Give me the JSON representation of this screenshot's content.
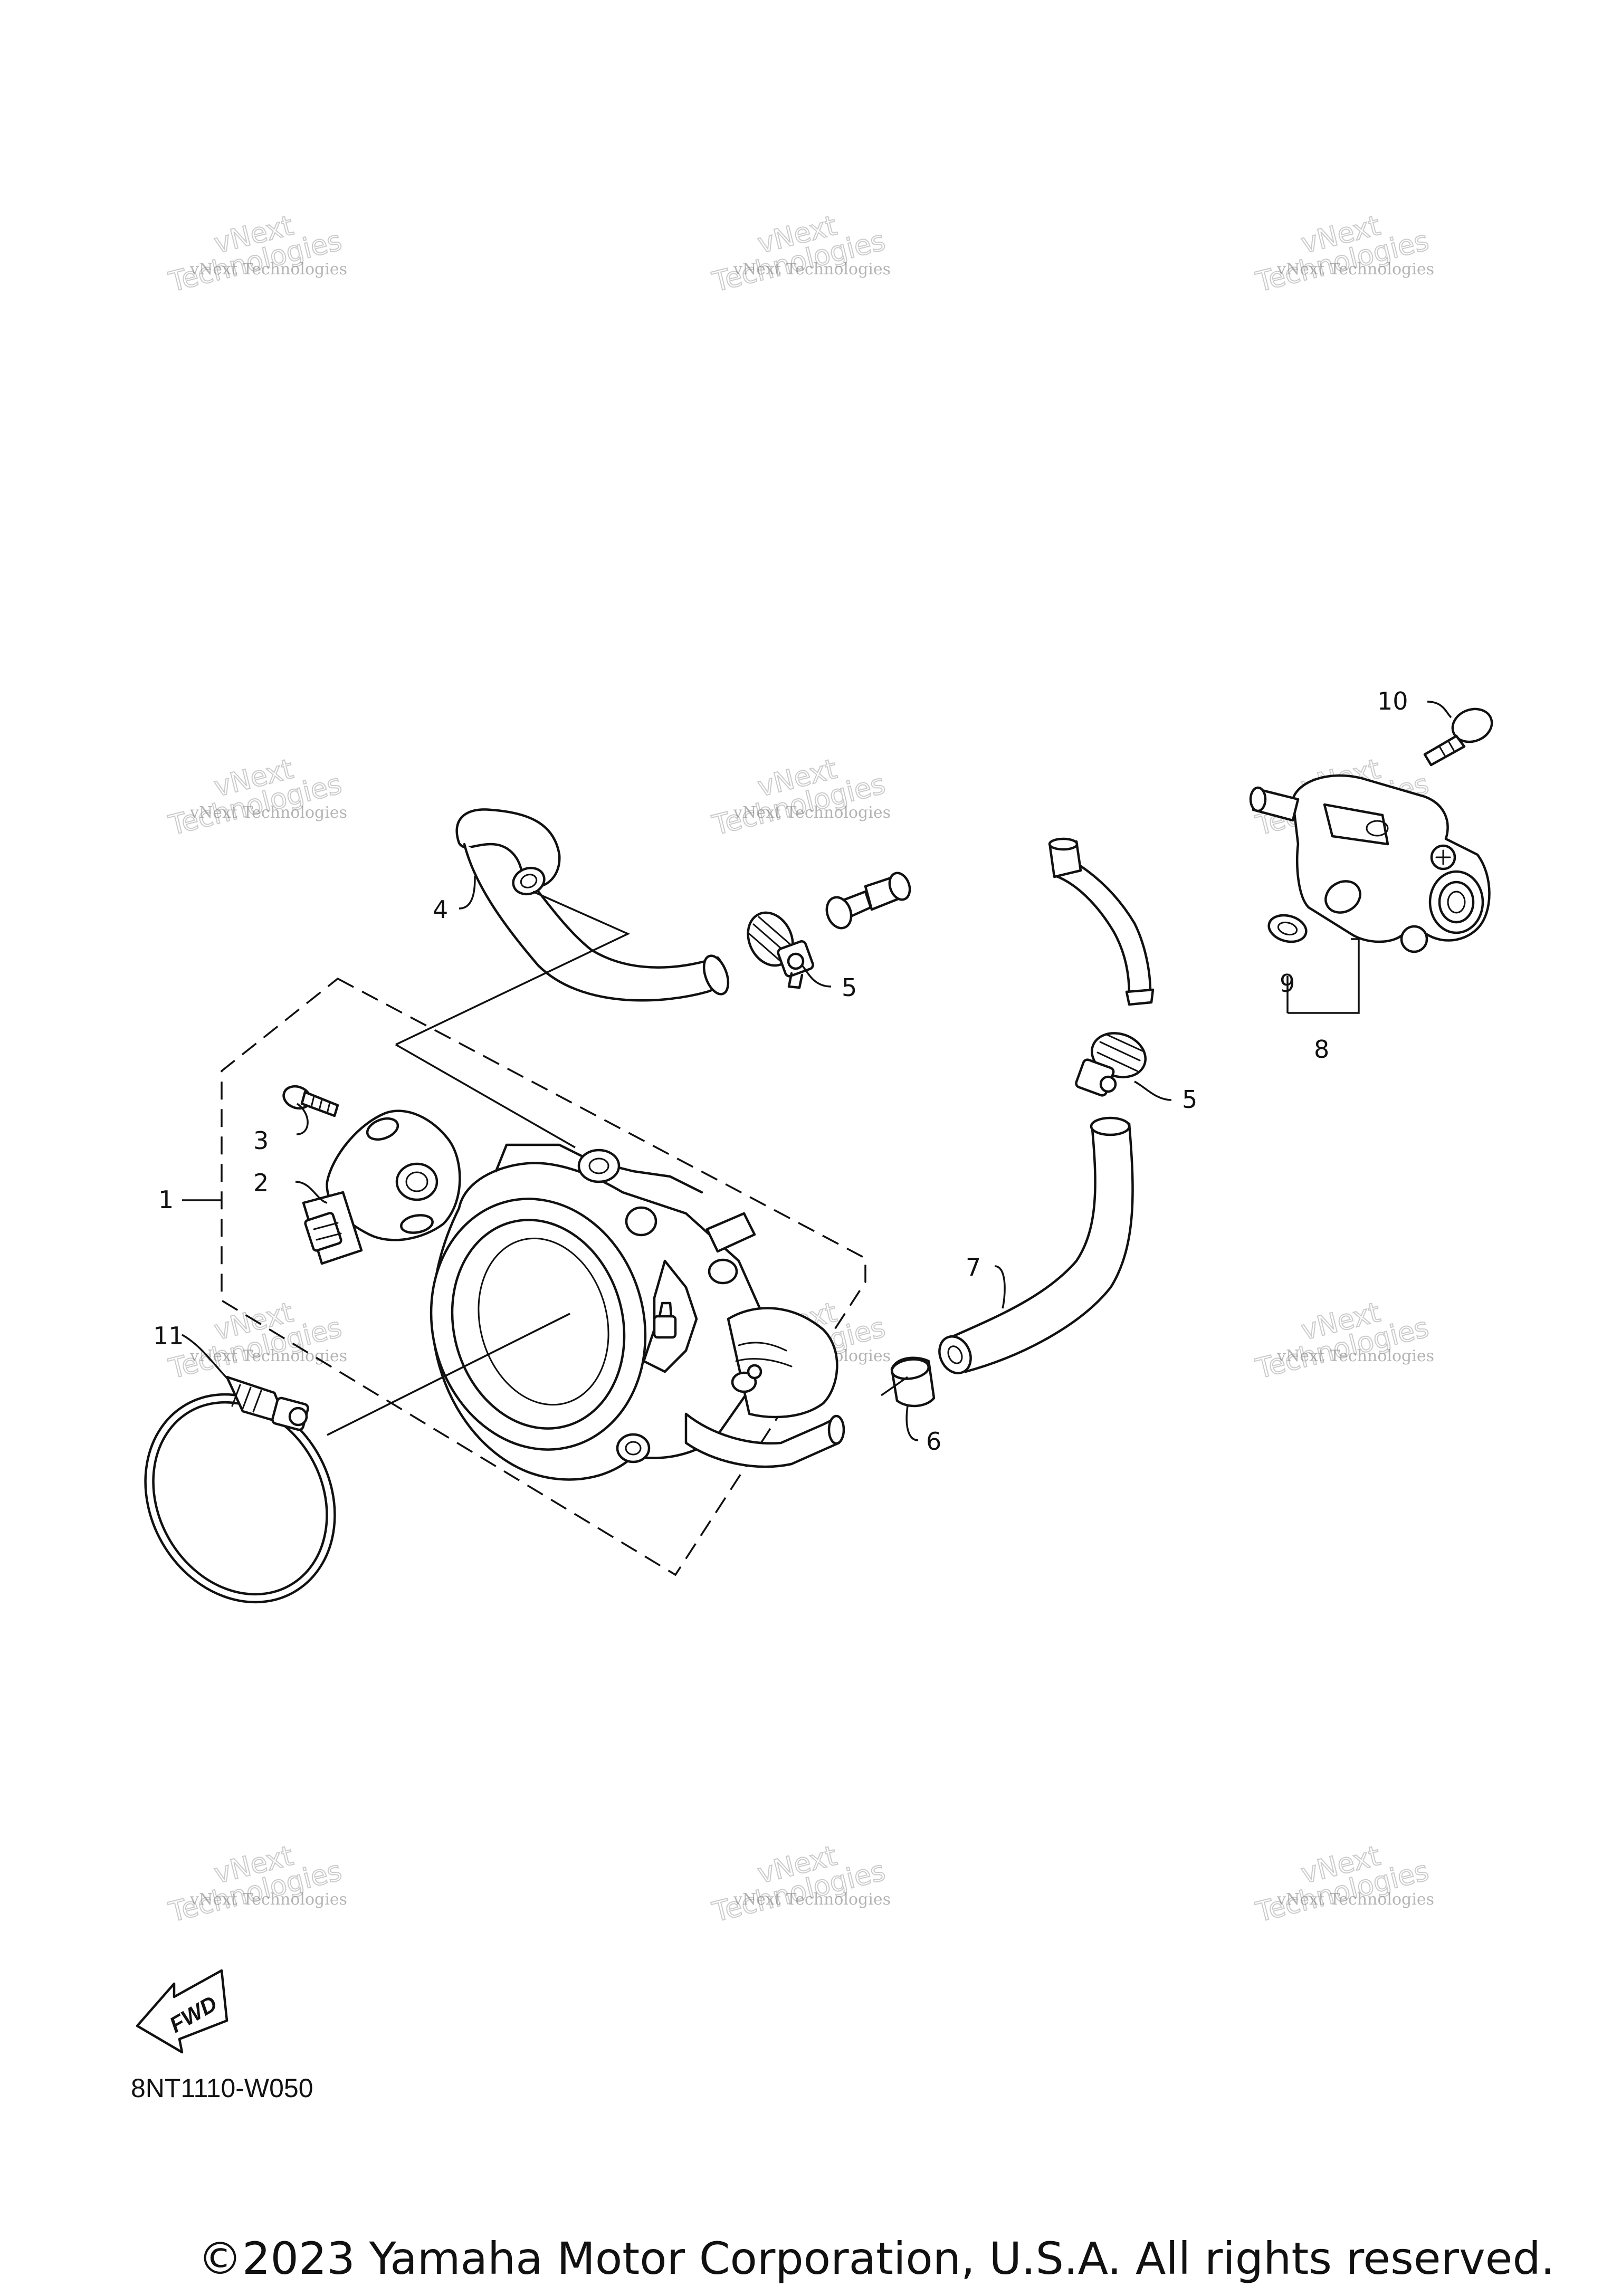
{
  "callouts": {
    "c1": "1",
    "c2": "2",
    "c3": "3",
    "c4": "4",
    "c5a": "5",
    "c5b": "5",
    "c6": "6",
    "c7": "7",
    "c8": "8",
    "c9": "9",
    "c10": "10",
    "c11": "11"
  },
  "watermark": {
    "line1": "vNext Technologies",
    "line2": "vNext",
    "line3": "Technologies"
  },
  "diagram_code": "8NT1110-W050",
  "fwd_label": "FWD",
  "copyright": "©2023 Yamaha Motor Corporation, U.S.A. All rights reserved."
}
